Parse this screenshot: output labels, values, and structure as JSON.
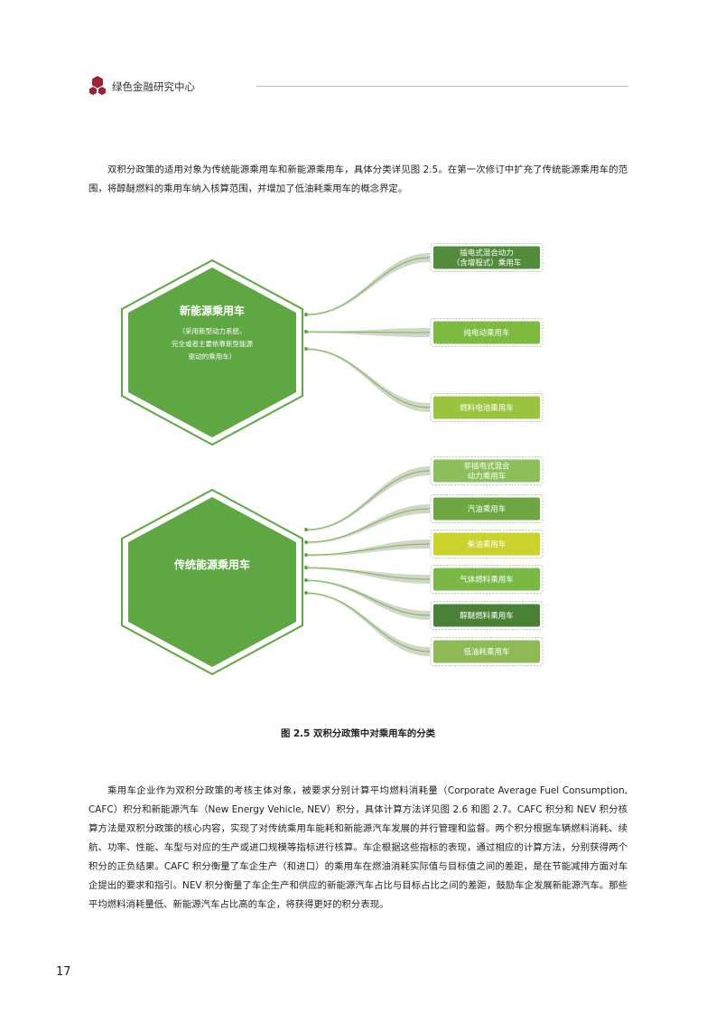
{
  "header": {
    "org_name": "绿色金融研究中心"
  },
  "paragraphs": {
    "p1": "双积分政策的适用对象为传统能源乘用车和新能源乘用车，具体分类详见图 2.5。在第一次修订中扩充了传统能源乘用车的范围，将醇醚燃料的乘用车纳入核算范围，并增加了低油耗乘用车的概念界定。",
    "p2": "乘用车企业作为双积分政策的考核主体对象，被要求分别计算平均燃料消耗量（Corporate Average Fuel Consumption, CAFC）积分和新能源汽车（New Energy Vehicle, NEV）积分，具体计算方法详见图 2.6 和图 2.7。CAFC 积分和 NEV 积分核算方法是双积分政策的核心内容，实现了对传统乘用车能耗和新能源汽车发展的并行管理和监督。两个积分根据车辆燃料消耗、续航、功率、性能、车型与对应的生产或进口规模等指标进行核算。车企根据这些指标的表现，通过相应的计算方法，分别获得两个积分的正负结果。CAFC 积分衡量了车企生产（和进口）的乘用车在燃油消耗实际值与目标值之间的差距，是在节能减排方面对车企提出的要求和指引。NEV 积分衡量了车企生产和供应的新能源汽车占比与目标占比之间的差距，鼓励车企发展新能源汽车。那些平均燃料消耗量低、新能源汽车占比高的车企，将获得更好的积分表现。"
  },
  "figure": {
    "caption": "图 2.5 双积分政策中对乘用车的分类",
    "nev": {
      "title": "新能源乘用车",
      "note_lines": [
        "（采用新型动力系统，",
        "完全或者主要依靠新型能源",
        "驱动的乘用车）"
      ],
      "color": "#5ea742",
      "items": [
        {
          "lines": [
            "插电式混合动力",
            "（含增程式）乘用车"
          ],
          "color": "#528b3a"
        },
        {
          "lines": [
            "纯电动乘用车"
          ],
          "color": "#7cbb3f"
        },
        {
          "lines": [
            "燃料电池乘用车"
          ],
          "color": "#9ac43e"
        }
      ]
    },
    "ice": {
      "title": "传统能源乘用车",
      "color": "#5ea742",
      "items": [
        {
          "lines": [
            "非插电式混合",
            "动力乘用车"
          ],
          "color": "#8cbe5b"
        },
        {
          "lines": [
            "汽油乘用车"
          ],
          "color": "#6ca741"
        },
        {
          "lines": [
            "柴油乘用车"
          ],
          "color": "#c9d32c"
        },
        {
          "lines": [
            "气体燃料乘用车"
          ],
          "color": "#7ab846"
        },
        {
          "lines": [
            "醇醚燃料乘用车"
          ],
          "color": "#4a8136"
        },
        {
          "lines": [
            "低油耗乘用车"
          ],
          "color": "#8dba54"
        }
      ]
    }
  },
  "page_number": "17"
}
